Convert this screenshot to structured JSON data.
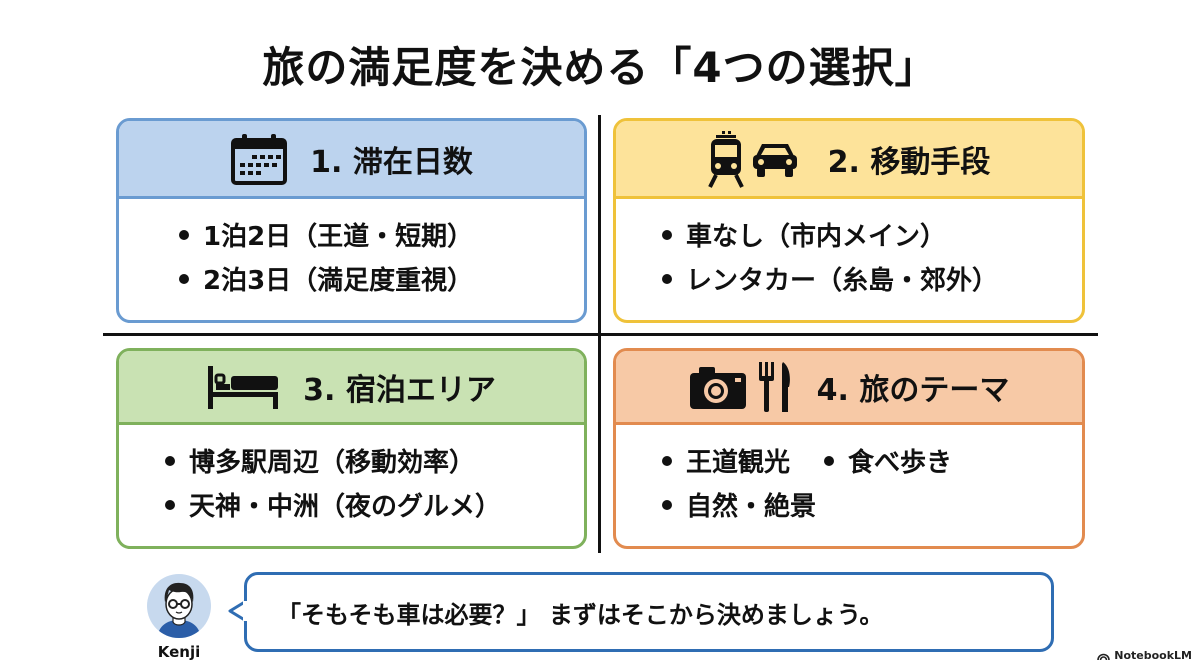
{
  "title": "旅の満足度を決める「4つの選択」",
  "cards": [
    {
      "number": "1.",
      "heading": "1. 滞在日数",
      "icon": "calendar-icon",
      "color": {
        "border": "#6a9bd1",
        "header_bg": "#bcd3ee"
      },
      "items": [
        "1泊2日（王道・短期）",
        "2泊3日（満足度重視）"
      ]
    },
    {
      "heading": "2. 移動手段",
      "icons": [
        "train-icon",
        "car-icon"
      ],
      "color": {
        "border": "#efc23a",
        "header_bg": "#fde39a"
      },
      "items": [
        "車なし（市内メイン）",
        "レンタカー（糸島・郊外）"
      ]
    },
    {
      "heading": "3. 宿泊エリア",
      "icon": "bed-icon",
      "color": {
        "border": "#7fb15c",
        "header_bg": "#c9e2b3"
      },
      "items": [
        "博多駅周辺（移動効率）",
        "天神・中洲（夜のグルメ）"
      ]
    },
    {
      "heading": "4. 旅のテーマ",
      "icons": [
        "camera-icon",
        "fork-knife-icon"
      ],
      "color": {
        "border": "#e28b4f",
        "header_bg": "#f7c9a6"
      },
      "items": [
        "王道観光",
        "食べ歩き",
        "自然・絶景"
      ]
    }
  ],
  "speaker": {
    "name": "Kenji",
    "avatar": "person-avatar-icon",
    "message": "「そもそも車は必要？」 まずはそこから決めましょう。",
    "bubble_border": "#2f6db3"
  },
  "watermark": "NotebookLM"
}
